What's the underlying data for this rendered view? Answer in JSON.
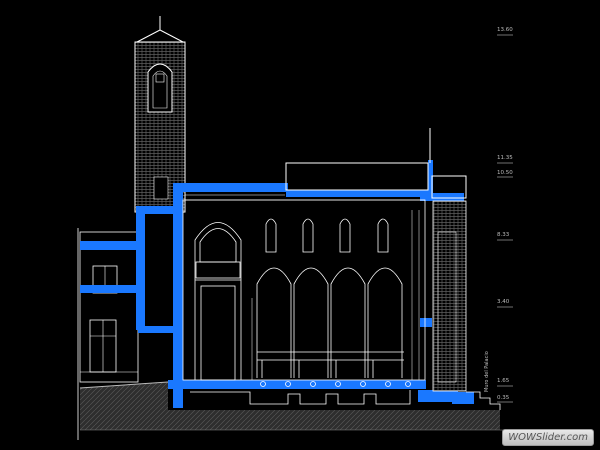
{
  "colors": {
    "background": "#000000",
    "section_fill": "#1a78ff",
    "line": "#ffffff",
    "ground": "#3a3a3a"
  },
  "elevation_labels": [
    "13.60",
    "11.35",
    "10.50",
    "8.33",
    "3.40",
    "1.65",
    "0.35"
  ],
  "vertical_note": "Muro del Palacio",
  "watermark": "WOWSlider.com"
}
